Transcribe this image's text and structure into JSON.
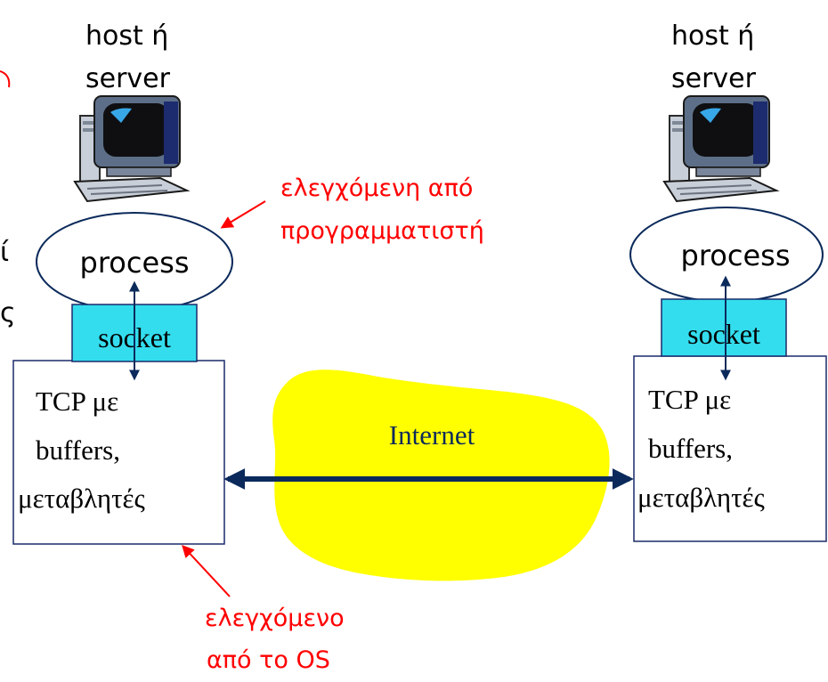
{
  "left_host": {
    "title_line1": "host ή",
    "title_line2": "server",
    "process_label": "process",
    "socket_label": "socket",
    "tcp_line1": "TCP με",
    "tcp_line2": "buffers,",
    "tcp_line3": "μεταβλητές"
  },
  "right_host": {
    "title_line1": "host ή",
    "title_line2": "server",
    "process_label": "process",
    "socket_label": "socket",
    "tcp_line1": "TCP με",
    "tcp_line2": "buffers,",
    "tcp_line3": "μεταβλητές"
  },
  "internet_label": "Internet",
  "annotations": {
    "developer_line1": "ελεγχόμενη από",
    "developer_line2": "προγραμματιστή",
    "os_line1": "ελεγχόμενο",
    "os_line2": "από το OS"
  },
  "cut_off_left_text": {
    "line1": "ί",
    "line2": "ς"
  },
  "colors": {
    "annotation": "#ff0000",
    "socket_fill": "#33ddee",
    "cloud_fill": "#ffff00",
    "arrow": "#0b2a5b",
    "box_border": "#1a2a6a"
  },
  "icons": {
    "computer": "computer-icon"
  }
}
